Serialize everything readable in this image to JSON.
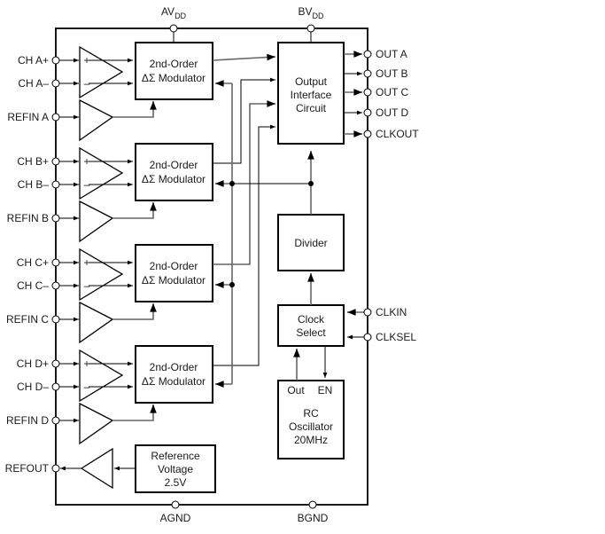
{
  "supplies": {
    "avdd": {
      "main": "AV",
      "sub": "DD"
    },
    "bvdd": {
      "main": "BV",
      "sub": "DD"
    },
    "agnd": "AGND",
    "bgnd": "BGND"
  },
  "channels": [
    {
      "id": "A",
      "pos_pin": "CH A+",
      "neg_pin": "CH A–",
      "refin_pin": "REFIN A",
      "modulator_line1": "2nd-Order",
      "modulator_line2": "ΔΣ Modulator",
      "output_pin": "OUT A"
    },
    {
      "id": "B",
      "pos_pin": "CH B+",
      "neg_pin": "CH B–",
      "refin_pin": "REFIN B",
      "modulator_line1": "2nd-Order",
      "modulator_line2": "ΔΣ Modulator",
      "output_pin": "OUT B"
    },
    {
      "id": "C",
      "pos_pin": "CH C+",
      "neg_pin": "CH C–",
      "refin_pin": "REFIN C",
      "modulator_line1": "2nd-Order",
      "modulator_line2": "ΔΣ Modulator",
      "output_pin": "OUT C"
    },
    {
      "id": "D",
      "pos_pin": "CH D+",
      "neg_pin": "CH D–",
      "refin_pin": "REFIN D",
      "modulator_line1": "2nd-Order",
      "modulator_line2": "ΔΣ Modulator",
      "output_pin": "OUT D"
    }
  ],
  "amp_signs": {
    "plus": "+",
    "minus": "–"
  },
  "output_interface": {
    "lines": [
      "Output",
      "Interface",
      "Circuit"
    ]
  },
  "clkout_pin": "CLKOUT",
  "divider": {
    "label": "Divider"
  },
  "clock_select": {
    "lines": [
      "Clock",
      "Select"
    ]
  },
  "clkin_pin": "CLKIN",
  "clksel_pin": "CLKSEL",
  "oscillator": {
    "port_out": "Out",
    "port_en": "EN",
    "lines": [
      "RC",
      "Oscillator",
      "20MHz"
    ]
  },
  "reference": {
    "lines": [
      "Reference",
      "Voltage",
      "2.5V"
    ]
  },
  "refout_pin": "REFOUT"
}
